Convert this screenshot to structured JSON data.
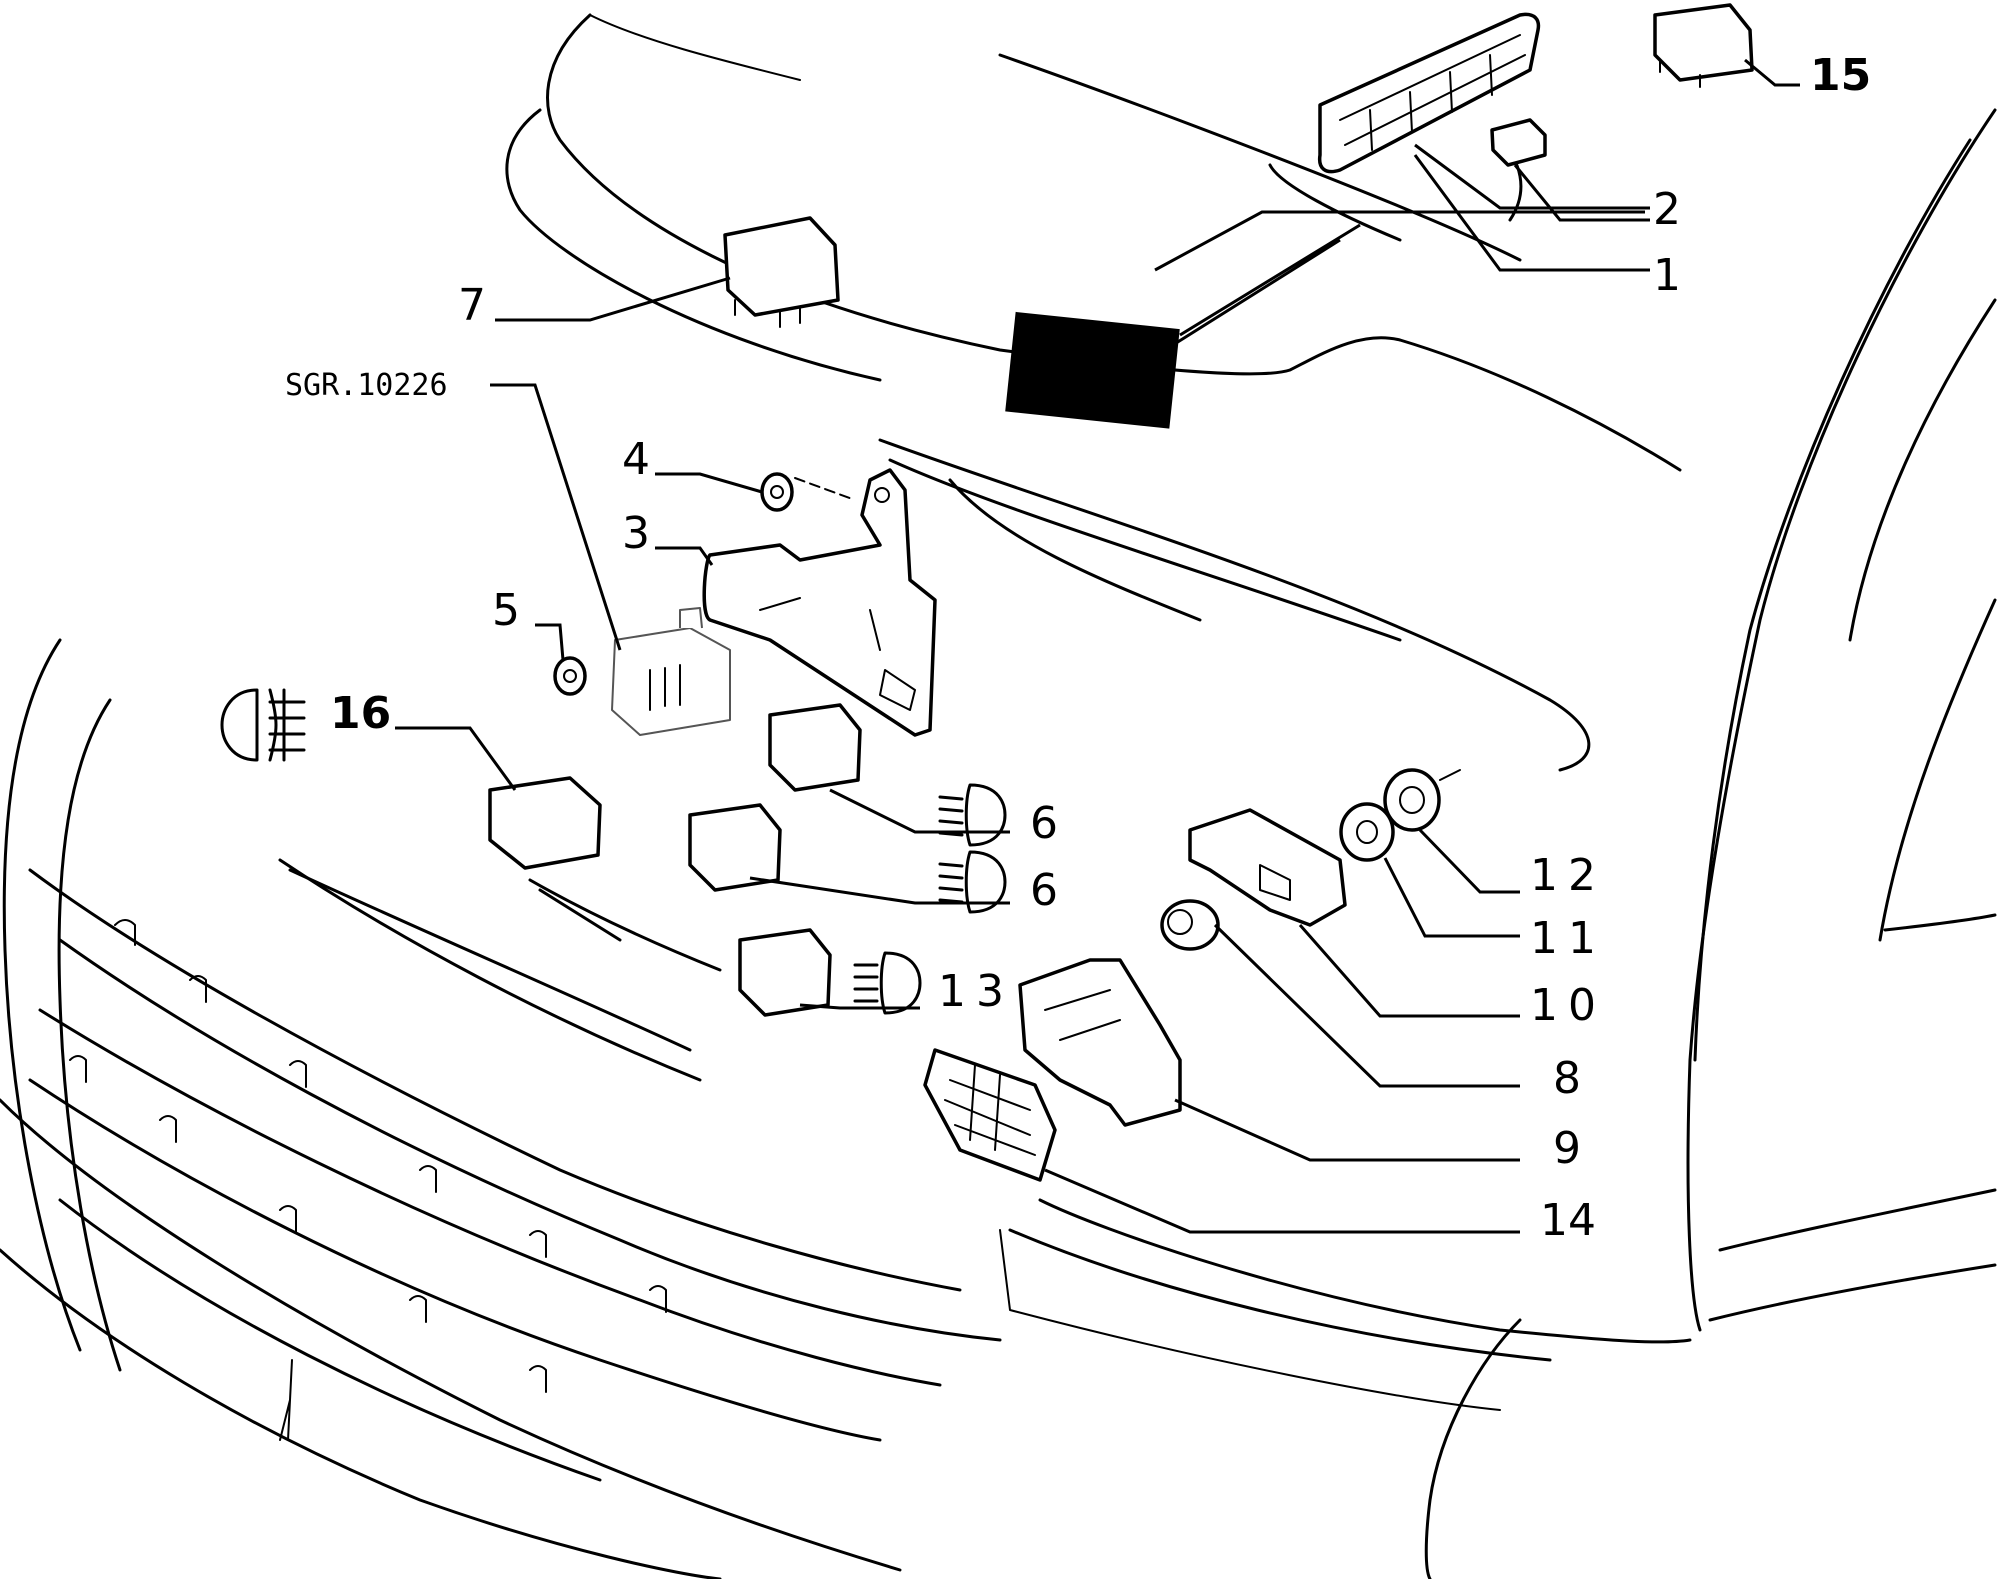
{
  "diagram": {
    "reference_code": "SGR.10226",
    "callouts": [
      {
        "id": "1",
        "text": "1"
      },
      {
        "id": "2",
        "text": "2"
      },
      {
        "id": "3",
        "text": "3"
      },
      {
        "id": "4",
        "text": "4"
      },
      {
        "id": "5",
        "text": "5"
      },
      {
        "id": "6a",
        "text": "6"
      },
      {
        "id": "6b",
        "text": "6"
      },
      {
        "id": "7",
        "text": "7"
      },
      {
        "id": "8",
        "text": "8"
      },
      {
        "id": "9",
        "text": "9"
      },
      {
        "id": "10",
        "text": "10"
      },
      {
        "id": "11",
        "text": "11"
      },
      {
        "id": "12",
        "text": "12"
      },
      {
        "id": "13",
        "text": "13"
      },
      {
        "id": "14",
        "text": "14"
      },
      {
        "id": "15",
        "text": "15"
      },
      {
        "id": "16",
        "text": "16"
      }
    ],
    "symbols": [
      "fog-light-icon",
      "headlight-low-beam-icon",
      "headlight-low-beam-icon",
      "headlight-high-beam-icon"
    ]
  }
}
